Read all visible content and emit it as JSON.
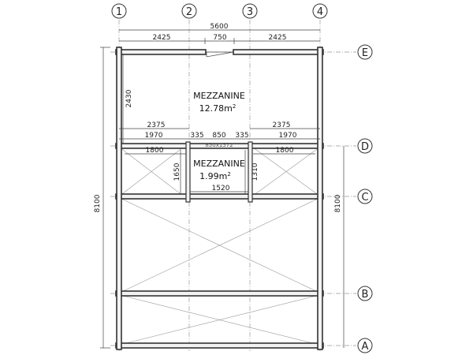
{
  "grid": {
    "columns": [
      "1",
      "2",
      "3",
      "4"
    ],
    "rows": [
      "E",
      "D",
      "C",
      "B",
      "A"
    ]
  },
  "dimensions": {
    "overall_width": "5600",
    "top_left": "2425",
    "top_mid": "750",
    "top_right": "2425",
    "upper_left_height": "2430",
    "mid_left": "2375",
    "mid_right": "2375",
    "seg_1970_left": "1970",
    "seg_335_left": "335",
    "seg_850": "850",
    "seg_335_right": "335",
    "seg_1970_right": "1970",
    "seg_1800_left": "1800",
    "seg_1800_right": "1800",
    "opening": "850x1572",
    "small_height_left": "1650",
    "small_height_right": "1310",
    "small_width": "1520",
    "overall_height_left": "8100",
    "overall_height_right": "8100"
  },
  "rooms": {
    "mezz1_name": "MEZZANINE",
    "mezz1_area": "12.78m",
    "mezz2_name": "MEZZANINE",
    "mezz2_area": "1.99m",
    "area_sup": "2"
  }
}
